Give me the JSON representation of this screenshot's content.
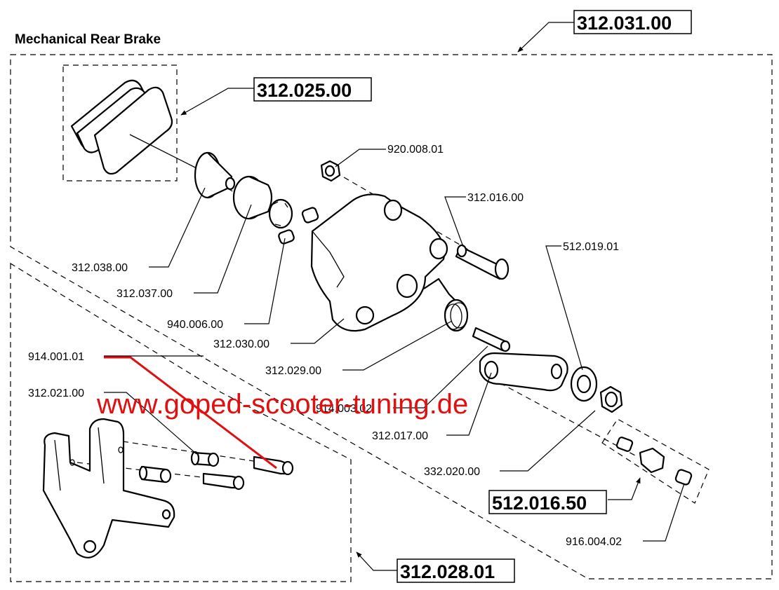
{
  "title": "Mechanical Rear Brake",
  "watermark": "www.goped-scooter-tuning.de",
  "assemblies": {
    "brake_assembly": "312.031.00",
    "brake_pads": "312.025.00",
    "cam_kit": "512.016.50",
    "bracket": "312.028.01"
  },
  "parts": {
    "p920": "920.008.01",
    "p312016": "312.016.00",
    "p512019": "512.019.01",
    "p312038": "312.038.00",
    "p312037": "312.037.00",
    "p940006": "940.006.00",
    "p312030": "312.030.00",
    "p312029": "312.029.00",
    "p914001": "914.001.01",
    "p312021": "312.021.00",
    "p914003": "914.003.02",
    "p312017": "312.017.00",
    "p332020": "332.020.00",
    "p916004": "916.004.02"
  },
  "colors": {
    "line": "#000000",
    "watermark": "#e01010"
  }
}
